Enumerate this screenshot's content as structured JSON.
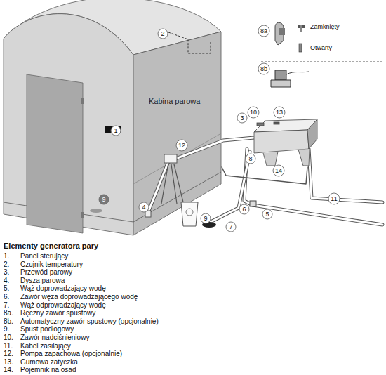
{
  "diagram": {
    "title": "Elementy generatora pary",
    "nodes": [
      {
        "text": [
          "Kabina parowa"
        ]
      }
    ],
    "labels": [
      "1",
      "2",
      "3",
      "10",
      "13",
      "12",
      "8",
      "14",
      "9",
      "9",
      "4",
      "7",
      "6",
      "5",
      "11",
      "8a",
      "8b",
      "Zamknięty",
      "Otwarty",
      "1.",
      "Panel sterujący",
      "2.",
      "Czujnik temperatury",
      "3.",
      "Przewód parowy",
      "4.",
      "Dysza parowa",
      "5.",
      "Wąż doprowadzający wodę",
      "6.",
      "Zawór węża doprowadzającego wodę",
      "7.",
      "Wąż odprowadzający wodę",
      "8a.",
      "Ręczny zawór spustowy",
      "8b.",
      "Automatyczny zawór spustowy (opcjonalnie)",
      "9.",
      "Spust podłogowy",
      "10.",
      "Zawór nadciśnieniowy",
      "11.",
      "Kabel zasilający",
      "12.",
      "Pompa zapachowa (opcjonalnie)",
      "13.",
      "Gumowa zatyczka",
      "14.",
      "Pojemnik na osad"
    ]
  }
}
